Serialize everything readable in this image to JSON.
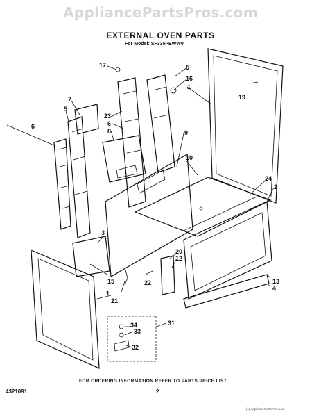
{
  "watermark": "AppliancePartsPros.com",
  "title": "EXTERNAL OVEN PARTS",
  "model_line": "For Model: SF335PEWW0",
  "callouts": {
    "c1a": "1",
    "c1b": "1",
    "c2": "2",
    "c3": "3",
    "c4": "4",
    "c5a": "5",
    "c5b": "5",
    "c6a": "6",
    "c6b": "6",
    "c7": "7",
    "c8": "8",
    "c9": "9",
    "c10": "10",
    "c12": "12",
    "c13": "13",
    "c15": "15",
    "c16": "16",
    "c17": "17",
    "c19": "19",
    "c20": "20",
    "c21": "21",
    "c22": "22",
    "c23": "23",
    "c24": "24",
    "c31": "31",
    "c32": "32",
    "c33": "33",
    "c34": "34"
  },
  "footer": {
    "doc_number": "4321091",
    "ordering_note": "FOR ORDERING INFORMATION REFER TO PARTS PRICE LIST",
    "page_number": "2",
    "credit": "(c) AppliancePartsPros.com"
  }
}
